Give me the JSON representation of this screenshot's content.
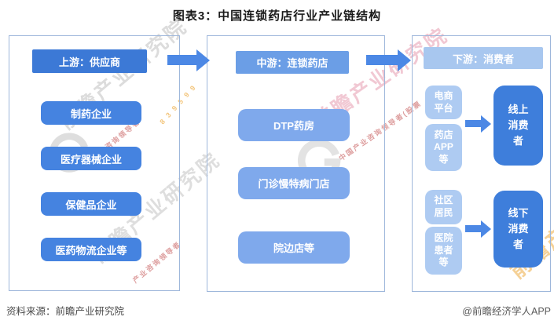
{
  "title": "图表3：中国连锁药店行业产业链结构",
  "footer": {
    "source": "资料来源：前瞻产业研究院",
    "credit": "@前瞻经济学人APP"
  },
  "upstream": {
    "header": "上游：供应商",
    "items": [
      "制药企业",
      "医疗器械企业",
      "保健品企业",
      "医药物流企业等"
    ]
  },
  "midstream": {
    "header": "中游：连锁药店",
    "items": [
      "DTP药房",
      "门诊慢特病门店",
      "院边店等"
    ]
  },
  "downstream": {
    "header": "下游：消费者",
    "online": {
      "sources": [
        "电商\n平台",
        "药店\nAPP\n等"
      ],
      "target": "线上\n消费\n者"
    },
    "offline": {
      "sources": [
        "社区\n居民",
        "医院\n患者\n等"
      ],
      "target": "线下\n消费\n者"
    }
  },
  "watermarks": {
    "brand": "前瞻产业研究院",
    "tagline": "产业咨询领导者",
    "tagline2": "中国产业咨询领导者(股票",
    "stock": "8 3 9 5 9 9"
  },
  "colors": {
    "upstream_header": "#3c79d6",
    "upstream_item": "#4583e0",
    "midstream_header": "#6b9ee6",
    "midstream_item": "#7fa9ec",
    "downstream_header": "#a8c7ef",
    "downstream_source": "#aecbf2",
    "downstream_target": "#3e7edb",
    "arrow": "#4c88e5",
    "panel_border": "#9eb7db"
  }
}
